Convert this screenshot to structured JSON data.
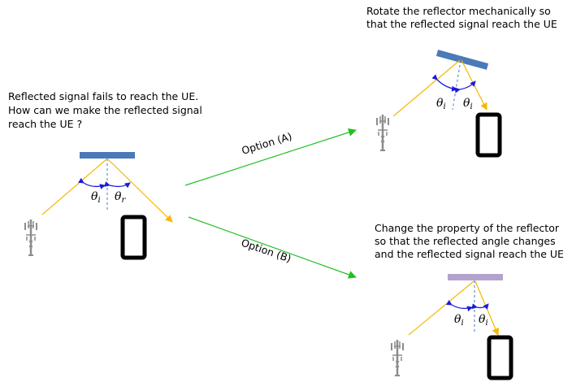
{
  "problem": {
    "lines": [
      "Reflected signal fails to reach the UE.",
      "How can we make the reflected signal",
      "reach the UE ?"
    ]
  },
  "option_a": {
    "label": "Option (A)",
    "lines": [
      "Rotate the reflector mechanically so",
      "that the reflected signal reach the UE"
    ]
  },
  "option_b": {
    "label": "Option (B)",
    "lines": [
      "Change the property of the reflector",
      "so that the reflected angle changes",
      "and the reflected signal reach the UE"
    ]
  },
  "symbols": {
    "theta": "θ",
    "sub_i": "i",
    "sub_r": "r"
  },
  "colors": {
    "reflector_blue": "#4a7ab8",
    "reflector_purple": "#b3a3cc",
    "ray": "#f5b800",
    "angle_arrow": "#1a1adc",
    "option_arrow": "#22c022",
    "tower": "#8c8c8c",
    "phone": "#000000"
  }
}
